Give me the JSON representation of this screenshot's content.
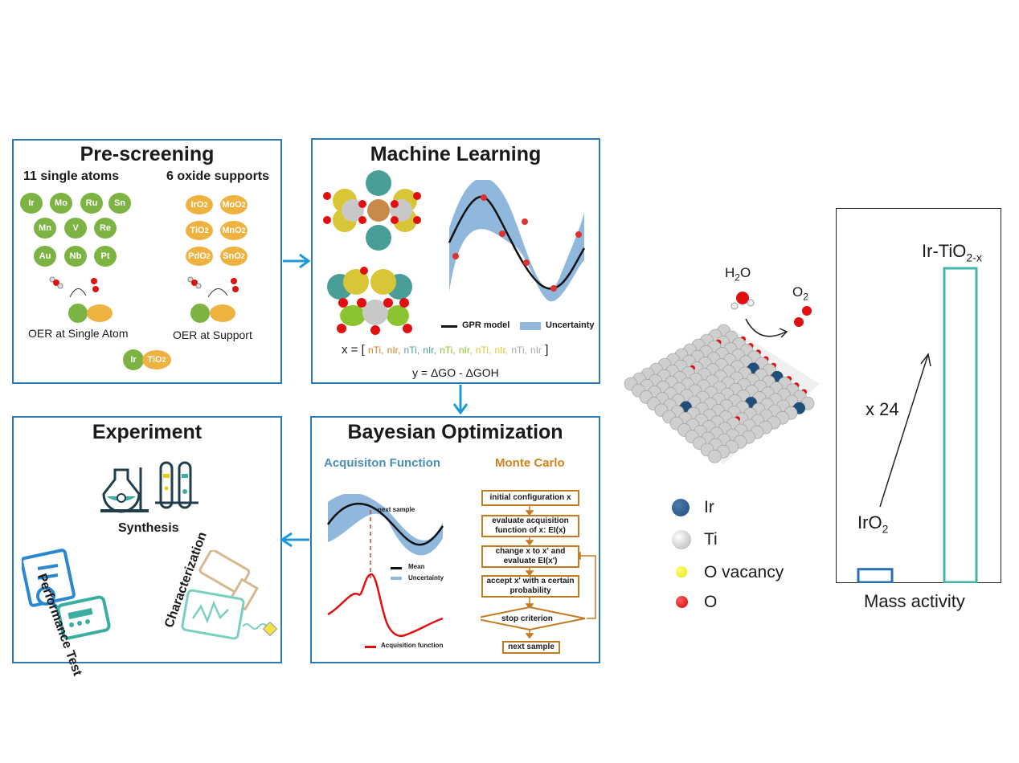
{
  "colors": {
    "panel_border": "#2a7ab8",
    "arrow": "#1e9ad6",
    "green": "#7cb342",
    "orange": "#eeb240",
    "ir_blue": "#1f4f7a",
    "ti_gray": "#c8c8c8",
    "o_red": "#e01010",
    "vacancy_yellow": "#e6e600",
    "bo_orange": "#d4821e",
    "teal": "#45b5a5",
    "bar_blue": "#2a6fb0"
  },
  "prescreening": {
    "title": "Pre-screening",
    "atoms_heading": "11 single atoms",
    "supports_heading": "6 oxide supports",
    "atoms": [
      "Ir",
      "Mo",
      "Ru",
      "Sn",
      "Mn",
      "V",
      "Re",
      "Au",
      "Nb",
      "Pt"
    ],
    "supports": [
      "IrO2",
      "MoO2",
      "TiO2",
      "MnO2",
      "PdO2",
      "SnO2"
    ],
    "oer_single": "OER at Single Atom",
    "oer_support": "OER at Support",
    "combo_atom": "Ir",
    "combo_support": "TiO2"
  },
  "ml": {
    "title": "Machine Learning",
    "legend_model": "GPR model",
    "legend_uncertainty": "Uncertainty",
    "x_prefix": "x = [",
    "x_terms": [
      "nTi,",
      "nIr,",
      "nTi,",
      "nIr,",
      "nTi,",
      "nIr,",
      "nTi,",
      "nIr,",
      "nTi,",
      "nIr"
    ],
    "x_suffix": "]",
    "y_eq": "y = ΔGO - ΔGOH"
  },
  "bo": {
    "title": "Bayesian Optimization",
    "acq_heading": "Acquisiton Function",
    "mc_heading": "Monte Carlo",
    "next_sample_label": "next sample",
    "legend_mean": "Mean",
    "legend_uncertainty": "Uncertainty",
    "legend_acq": "Acquisition function",
    "flow": [
      "initial configuration x",
      "evaluate acquisition function of x: EI(x)",
      "change x to x' and evaluate EI(x')",
      "accept x' with a certain probability",
      "stop criterion",
      "next sample"
    ]
  },
  "experiment": {
    "title": "Experiment",
    "synthesis": "Synthesis",
    "performance": "Performance Test",
    "characterization": "Characterization"
  },
  "structure": {
    "h2o": "H2O",
    "o2": "O2",
    "legend": [
      {
        "name": "Ir",
        "color": "#1f4f7a"
      },
      {
        "name": "Ti",
        "color": "#c8c8c8"
      },
      {
        "name": "O vacancy",
        "color": "#e6e600"
      },
      {
        "name": "O",
        "color": "#e01010"
      }
    ]
  },
  "chart_data": {
    "type": "bar",
    "categories": [
      "IrO2",
      "Ir-TiO2-x"
    ],
    "values": [
      1,
      24
    ],
    "ylabel": "",
    "xlabel": "Mass activity",
    "annotation": "x 24"
  }
}
